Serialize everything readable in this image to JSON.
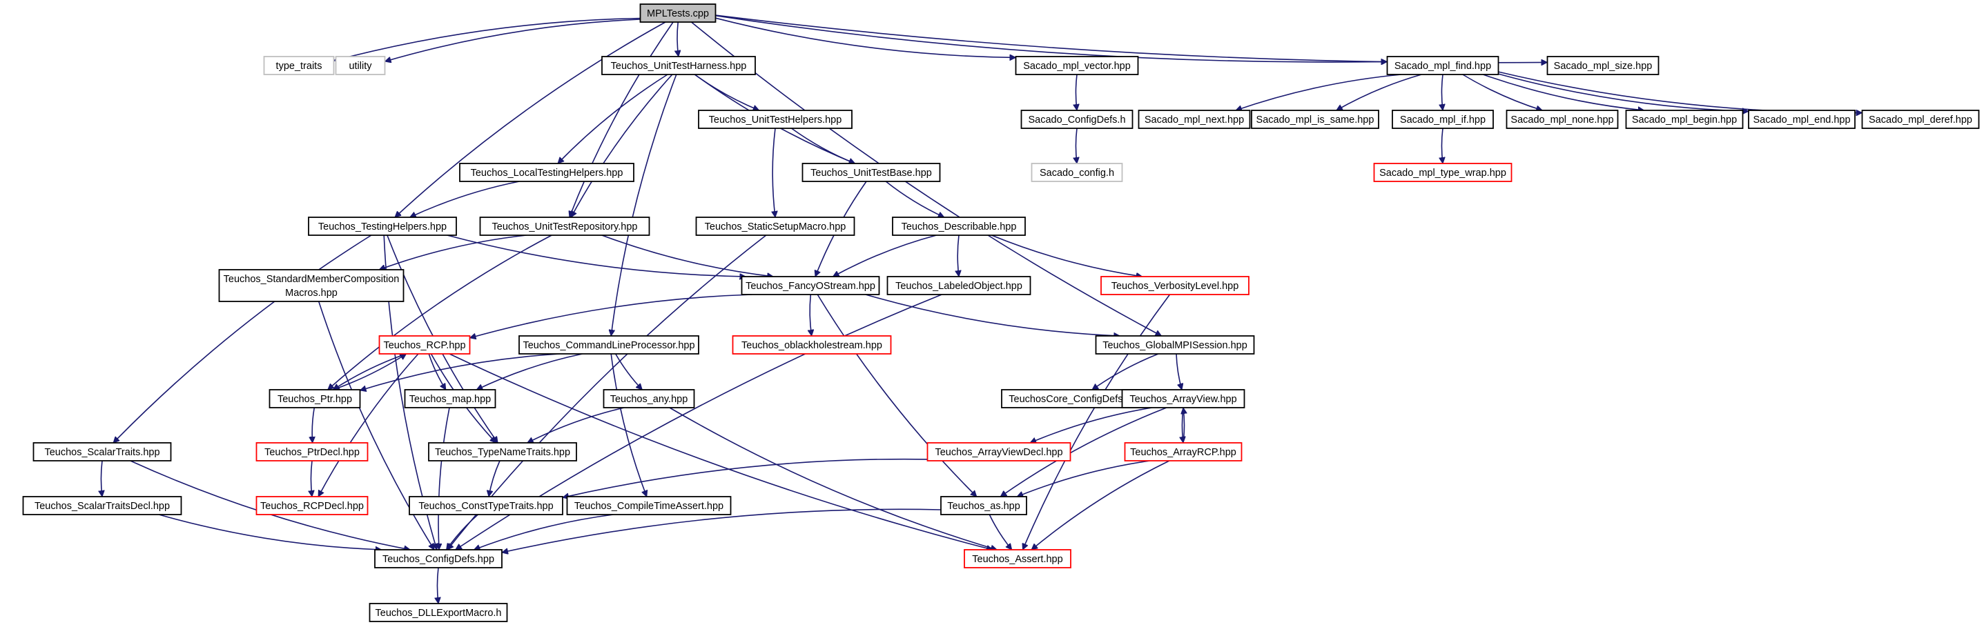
{
  "nodes": {
    "root": {
      "label": "MPLTests.cpp",
      "style": "root"
    },
    "type_traits": {
      "label": "type_traits",
      "style": "gray"
    },
    "utility": {
      "label": "utility",
      "style": "gray"
    },
    "uth": {
      "label": "Teuchos_UnitTestHarness.hpp",
      "style": "black"
    },
    "smv": {
      "label": "Sacado_mpl_vector.hpp",
      "style": "black"
    },
    "smf": {
      "label": "Sacado_mpl_find.hpp",
      "style": "black"
    },
    "sms": {
      "label": "Sacado_mpl_size.hpp",
      "style": "black"
    },
    "scd": {
      "label": "Sacado_ConfigDefs.h",
      "style": "black"
    },
    "sc": {
      "label": "Sacado_config.h",
      "style": "gray"
    },
    "smn": {
      "label": "Sacado_mpl_next.hpp",
      "style": "black"
    },
    "smis": {
      "label": "Sacado_mpl_is_same.hpp",
      "style": "black"
    },
    "smif": {
      "label": "Sacado_mpl_if.hpp",
      "style": "black"
    },
    "smno": {
      "label": "Sacado_mpl_none.hpp",
      "style": "black"
    },
    "smb": {
      "label": "Sacado_mpl_begin.hpp",
      "style": "black"
    },
    "sme": {
      "label": "Sacado_mpl_end.hpp",
      "style": "black"
    },
    "smd": {
      "label": "Sacado_mpl_deref.hpp",
      "style": "black"
    },
    "smtw": {
      "label": "Sacado_mpl_type_wrap.hpp",
      "style": "red"
    },
    "uthl": {
      "label": "Teuchos_UnitTestHelpers.hpp",
      "style": "black"
    },
    "lth": {
      "label": "Teuchos_LocalTestingHelpers.hpp",
      "style": "black"
    },
    "utb": {
      "label": "Teuchos_UnitTestBase.hpp",
      "style": "black"
    },
    "tth": {
      "label": "Teuchos_TestingHelpers.hpp",
      "style": "black"
    },
    "utr": {
      "label": "Teuchos_UnitTestRepository.hpp",
      "style": "black"
    },
    "ssm": {
      "label": "Teuchos_StaticSetupMacro.hpp",
      "style": "black"
    },
    "desc": {
      "label": "Teuchos_Describable.hpp",
      "style": "black"
    },
    "smcm": {
      "label": "Teuchos_StandardMemberComposition",
      "label2": "Macros.hpp",
      "style": "black"
    },
    "fos": {
      "label": "Teuchos_FancyOStream.hpp",
      "style": "black"
    },
    "lo": {
      "label": "Teuchos_LabeledObject.hpp",
      "style": "black"
    },
    "vl": {
      "label": "Teuchos_VerbosityLevel.hpp",
      "style": "red"
    },
    "rcp": {
      "label": "Teuchos_RCP.hpp",
      "style": "red"
    },
    "clp": {
      "label": "Teuchos_CommandLineProcessor.hpp",
      "style": "black"
    },
    "obh": {
      "label": "Teuchos_oblackholestream.hpp",
      "style": "red"
    },
    "gmpi": {
      "label": "Teuchos_GlobalMPISession.hpp",
      "style": "black"
    },
    "ptr": {
      "label": "Teuchos_Ptr.hpp",
      "style": "black"
    },
    "map": {
      "label": "Teuchos_map.hpp",
      "style": "black"
    },
    "any": {
      "label": "Teuchos_any.hpp",
      "style": "black"
    },
    "tccd": {
      "label": "TeuchosCore_ConfigDefs.hpp",
      "style": "black"
    },
    "av": {
      "label": "Teuchos_ArrayView.hpp",
      "style": "black"
    },
    "st": {
      "label": "Teuchos_ScalarTraits.hpp",
      "style": "black"
    },
    "ptrd": {
      "label": "Teuchos_PtrDecl.hpp",
      "style": "red"
    },
    "tnt": {
      "label": "Teuchos_TypeNameTraits.hpp",
      "style": "black"
    },
    "avd": {
      "label": "Teuchos_ArrayViewDecl.hpp",
      "style": "red"
    },
    "arcp": {
      "label": "Teuchos_ArrayRCP.hpp",
      "style": "red"
    },
    "std": {
      "label": "Teuchos_ScalarTraitsDecl.hpp",
      "style": "black"
    },
    "rcpd": {
      "label": "Teuchos_RCPDecl.hpp",
      "style": "red"
    },
    "ctt": {
      "label": "Teuchos_ConstTypeTraits.hpp",
      "style": "black"
    },
    "cta": {
      "label": "Teuchos_CompileTimeAssert.hpp",
      "style": "black"
    },
    "as": {
      "label": "Teuchos_as.hpp",
      "style": "black"
    },
    "cd": {
      "label": "Teuchos_ConfigDefs.hpp",
      "style": "black"
    },
    "assert": {
      "label": "Teuchos_Assert.hpp",
      "style": "red"
    },
    "dll": {
      "label": "Teuchos_DLLExportMacro.h",
      "style": "black"
    }
  },
  "edges": [
    [
      "root",
      "type_traits"
    ],
    [
      "root",
      "utility"
    ],
    [
      "root",
      "uth"
    ],
    [
      "root",
      "smv"
    ],
    [
      "root",
      "smf"
    ],
    [
      "root",
      "sms"
    ],
    [
      "root",
      "tth"
    ],
    [
      "root",
      "utr"
    ],
    [
      "root",
      "gmpi"
    ],
    [
      "smv",
      "scd"
    ],
    [
      "scd",
      "sc"
    ],
    [
      "smf",
      "smn"
    ],
    [
      "smf",
      "smis"
    ],
    [
      "smf",
      "smif"
    ],
    [
      "smf",
      "smno"
    ],
    [
      "smf",
      "smb"
    ],
    [
      "smf",
      "sme"
    ],
    [
      "smf",
      "smd"
    ],
    [
      "smif",
      "smtw"
    ],
    [
      "uth",
      "uthl"
    ],
    [
      "uth",
      "lth"
    ],
    [
      "uth",
      "utb"
    ],
    [
      "uth",
      "utr"
    ],
    [
      "uth",
      "clp"
    ],
    [
      "uthl",
      "utb"
    ],
    [
      "uthl",
      "ssm"
    ],
    [
      "lth",
      "tth"
    ],
    [
      "utb",
      "fos"
    ],
    [
      "utb",
      "desc"
    ],
    [
      "tth",
      "fos"
    ],
    [
      "tth",
      "st"
    ],
    [
      "tth",
      "tnt"
    ],
    [
      "tth",
      "cd"
    ],
    [
      "utr",
      "fos"
    ],
    [
      "utr",
      "ptr"
    ],
    [
      "utr",
      "smcm"
    ],
    [
      "ssm",
      "cd"
    ],
    [
      "desc",
      "fos"
    ],
    [
      "desc",
      "lo"
    ],
    [
      "desc",
      "vl"
    ],
    [
      "smcm",
      "cd"
    ],
    [
      "fos",
      "rcp"
    ],
    [
      "fos",
      "obh"
    ],
    [
      "fos",
      "gmpi"
    ],
    [
      "fos",
      "as"
    ],
    [
      "lo",
      "cd"
    ],
    [
      "vl",
      "assert"
    ],
    [
      "rcp",
      "ptr"
    ],
    [
      "rcp",
      "map"
    ],
    [
      "rcp",
      "tnt"
    ],
    [
      "rcp",
      "rcpd"
    ],
    [
      "rcp",
      "assert"
    ],
    [
      "ptr",
      "rcp"
    ],
    [
      "ptr",
      "ptrd"
    ],
    [
      "ptrd",
      "rcpd"
    ],
    [
      "clp",
      "ptr"
    ],
    [
      "clp",
      "map"
    ],
    [
      "clp",
      "any"
    ],
    [
      "clp",
      "cta"
    ],
    [
      "gmpi",
      "tccd"
    ],
    [
      "gmpi",
      "av"
    ],
    [
      "map",
      "cd"
    ],
    [
      "any",
      "tnt"
    ],
    [
      "any",
      "assert"
    ],
    [
      "av",
      "avd"
    ],
    [
      "av",
      "arcp"
    ],
    [
      "av",
      "as"
    ],
    [
      "arcp",
      "av"
    ],
    [
      "arcp",
      "as"
    ],
    [
      "arcp",
      "assert"
    ],
    [
      "avd",
      "ctt"
    ],
    [
      "st",
      "std"
    ],
    [
      "st",
      "cd"
    ],
    [
      "std",
      "cd"
    ],
    [
      "tnt",
      "ctt"
    ],
    [
      "ctt",
      "cd"
    ],
    [
      "cta",
      "cd"
    ],
    [
      "as",
      "cd"
    ],
    [
      "as",
      "assert"
    ],
    [
      "cd",
      "dll"
    ]
  ]
}
